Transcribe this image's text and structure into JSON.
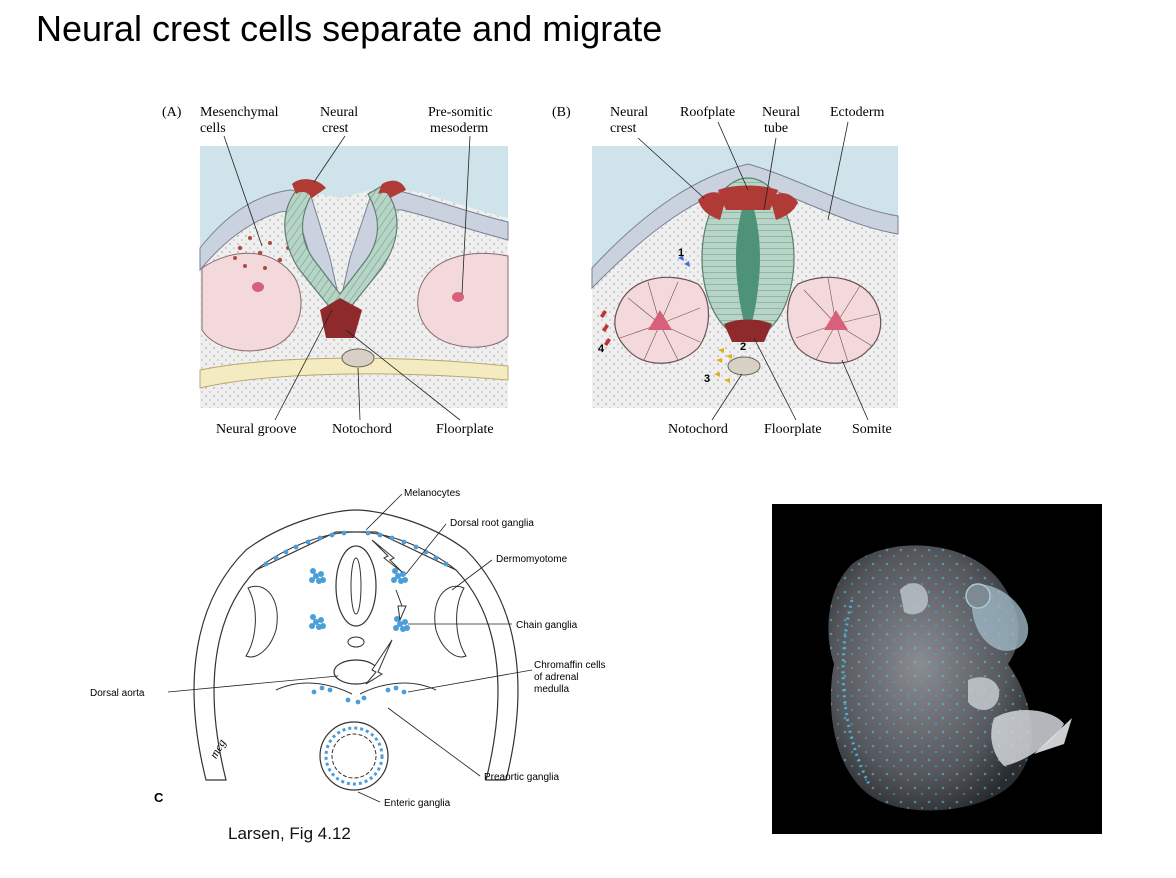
{
  "slide": {
    "title": "Neural crest cells separate and migrate",
    "caption": "Larsen, Fig 4.12"
  },
  "panel_a": {
    "letter": "(A)",
    "labels": {
      "mesenchymal_1": "Mesenchymal",
      "mesenchymal_2": "cells",
      "neural_crest_1": "Neural",
      "neural_crest_2": "crest",
      "presomitic_1": "Pre-somitic",
      "presomitic_2": "mesoderm",
      "neural_groove": "Neural groove",
      "notochord": "Notochord",
      "floorplate": "Floorplate"
    }
  },
  "panel_b": {
    "letter": "(B)",
    "labels": {
      "neural_crest_1": "Neural",
      "neural_crest_2": "crest",
      "roofplate": "Roofplate",
      "neural_tube_1": "Neural",
      "neural_tube_2": "tube",
      "ectoderm": "Ectoderm",
      "notochord": "Notochord",
      "floorplate": "Floorplate",
      "somite": "Somite"
    },
    "pathway_numbers": [
      "1",
      "2",
      "3",
      "4"
    ]
  },
  "panel_c": {
    "letter": "C",
    "labels": {
      "melanocytes": "Melanocytes",
      "dorsal_root_ganglia": "Dorsal root ganglia",
      "dermomyotome": "Dermomyotome",
      "chain_ganglia": "Chain ganglia",
      "chromaffin_1": "Chromaffin cells",
      "chromaffin_2": "of adrenal",
      "chromaffin_3": "medulla",
      "dorsal_aorta": "Dorsal aorta",
      "preaortic_ganglia": "Preaortic ganglia",
      "enteric_ganglia": "Enteric ganglia"
    },
    "signature": "mcg"
  },
  "colors": {
    "neural_crest_red": "#b03a36",
    "neural_tube_green": "#a9cbbd",
    "ectoderm_blue_gray": "#c9d2de",
    "mesoderm_pink": "#f3d9dc",
    "somite_core": "#d8607a",
    "notochord_sheath": "#f4ecc0",
    "crest_cell_blue": "#4a9fd8",
    "embryo_background": "#000000"
  }
}
